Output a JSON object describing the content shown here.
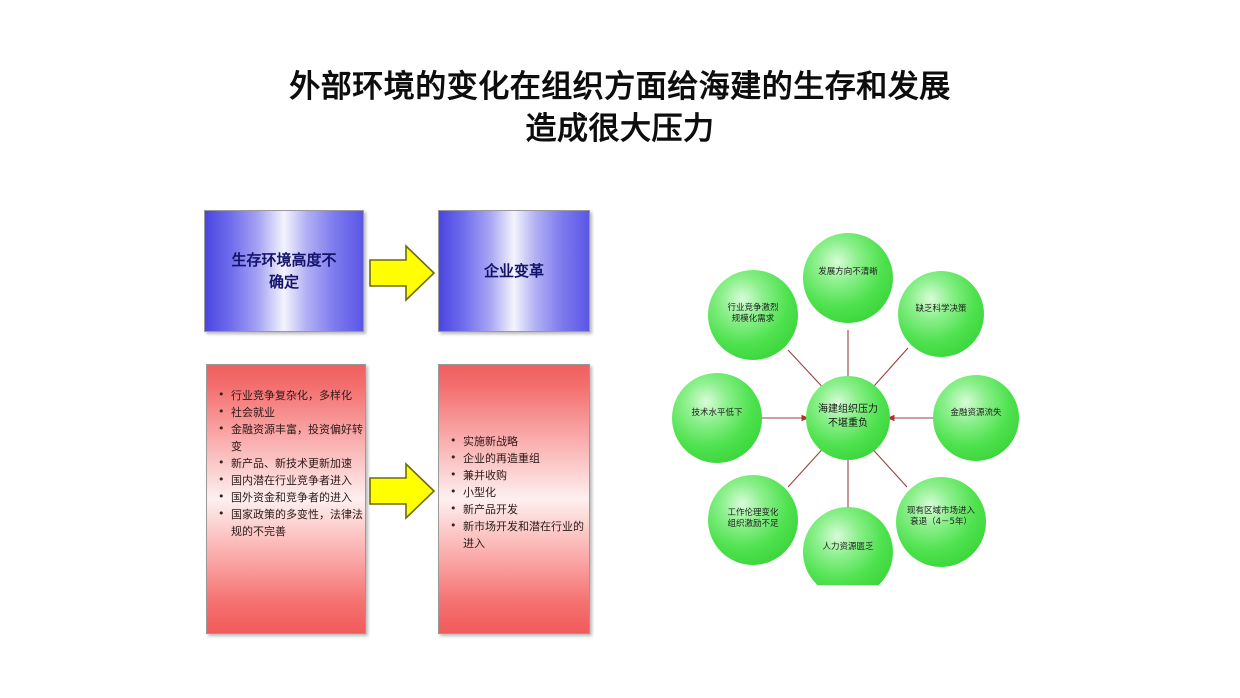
{
  "slide": {
    "title_line1": "外部环境的变化在组织方面给海建的生存和发展",
    "title_line2": "造成很大压力"
  },
  "flow": {
    "environment_box": "生存环境高度不\n确定",
    "environment_box_line1": "生存环境高度不",
    "environment_box_line2": "确定",
    "reform_box": "企业变革",
    "arrow_top": "right-arrow-icon",
    "arrow_bottom": "right-arrow-icon",
    "external_changes": [
      "行业竞争复杂化，多样化",
      "社会就业",
      "金融资源丰富，投资偏好转变",
      "新产品、新技术更新加速",
      "国内潜在行业竞争者进入",
      "国外资金和竞争者的进入",
      "国家政策的多变性，法律法规的不完善"
    ],
    "responses": [
      "实施新战略",
      "企业的再造重组",
      "兼并收购",
      "小型化",
      "新产品开发",
      "新市场开发和潜在行业的进入"
    ]
  },
  "diagram": {
    "center": {
      "label": "海建组织压力\n不堪重负",
      "line1": "海建组织压力",
      "line2": "不堪重负"
    },
    "nodes": [
      {
        "id": "development-direction",
        "line1": "发展方向不清晰",
        "line2": ""
      },
      {
        "id": "lack-scientific-decision",
        "line1": "缺乏科学决策",
        "line2": ""
      },
      {
        "id": "financial-resource-loss",
        "line1": "金融资源流失",
        "line2": ""
      },
      {
        "id": "regional-market-decline",
        "line1": "现有区域市场进入",
        "line2": "衰退（4－5年）"
      },
      {
        "id": "human-resource-shortage",
        "line1": "人力资源匮乏",
        "line2": ""
      },
      {
        "id": "work-ethic-incentive",
        "line1": "工作伦理变化",
        "line2": "组织激励不足"
      },
      {
        "id": "low-technical-level",
        "line1": "技术水平低下",
        "line2": ""
      },
      {
        "id": "fierce-competition-scale",
        "line1": "行业竞争激烈",
        "line2": "规模化需求"
      }
    ]
  },
  "colors": {
    "blue_dark": "#4a46e0",
    "blue_light": "#f4f4fd",
    "red_dark": "#f05f5f",
    "red_light": "#fdf0ef",
    "yellow": "#ffff00",
    "yellow_border": "#7d7516",
    "green_circle": "#55e455",
    "green_circle_light": "#b9f5b9",
    "arrow_line": "#9b3a3a",
    "title_color": "#0d0d0d",
    "blue_text": "#14146b"
  }
}
